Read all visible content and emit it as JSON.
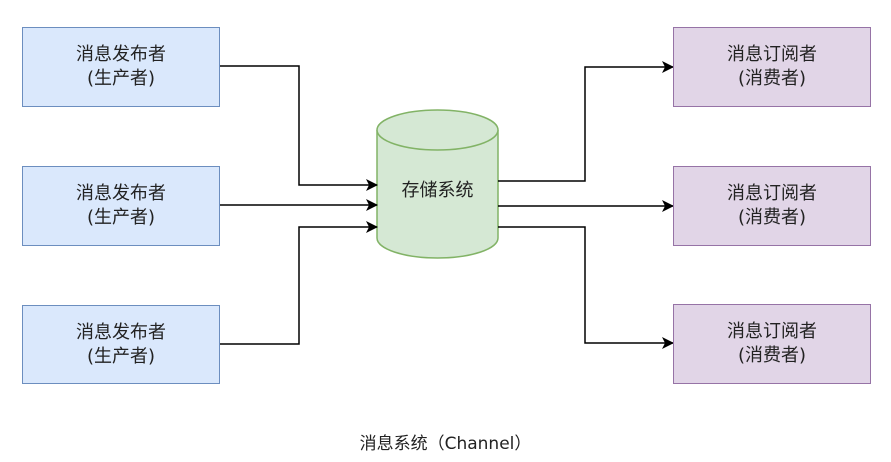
{
  "diagram": {
    "caption": "消息系统（Channel）",
    "colors": {
      "publisher_fill": "#dae8fc",
      "publisher_stroke": "#6c8ebf",
      "subscriber_fill": "#e1d5e7",
      "subscriber_stroke": "#9673a6",
      "storage_fill": "#d5e8d4",
      "storage_stroke": "#82b366",
      "edge": "#000000"
    },
    "publishers": [
      {
        "title": "消息发布者",
        "subtitle": "(生产者)"
      },
      {
        "title": "消息发布者",
        "subtitle": "(生产者)"
      },
      {
        "title": "消息发布者",
        "subtitle": "(生产者)"
      }
    ],
    "storage": {
      "label": "存储系统",
      "shape": "cylinder"
    },
    "subscribers": [
      {
        "title": "消息订阅者",
        "subtitle": "(消费者)"
      },
      {
        "title": "消息订阅者",
        "subtitle": "(消费者)"
      },
      {
        "title": "消息订阅者",
        "subtitle": "(消费者)"
      }
    ],
    "edges": [
      {
        "from": "publisher-1",
        "to": "storage"
      },
      {
        "from": "publisher-2",
        "to": "storage"
      },
      {
        "from": "publisher-3",
        "to": "storage"
      },
      {
        "from": "storage",
        "to": "subscriber-1"
      },
      {
        "from": "storage",
        "to": "subscriber-2"
      },
      {
        "from": "storage",
        "to": "subscriber-3"
      }
    ]
  }
}
